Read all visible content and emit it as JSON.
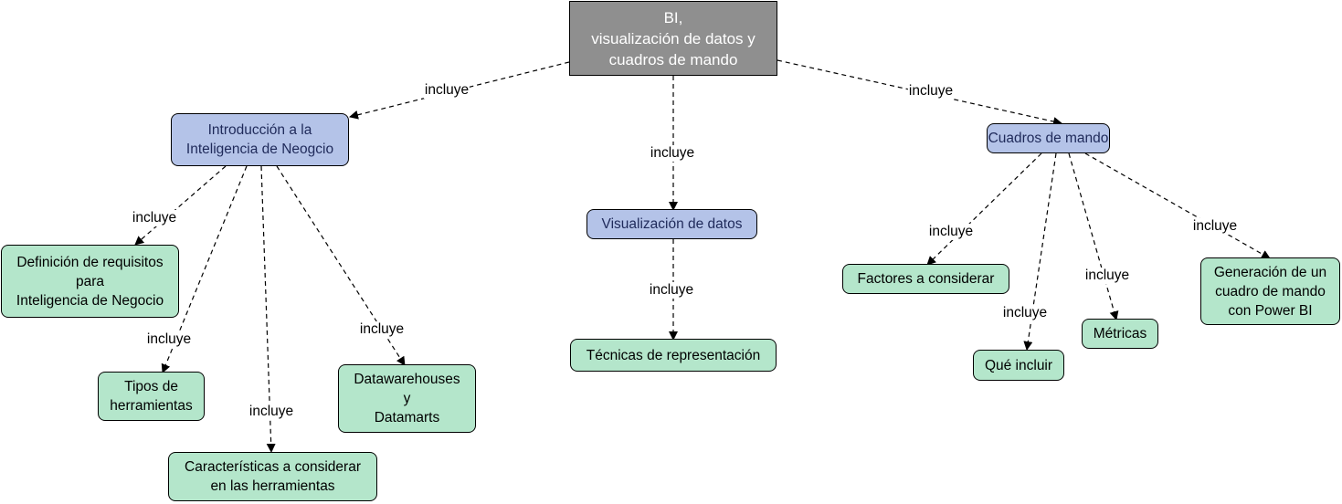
{
  "nodes": {
    "root": "BI,\nvisualización de datos y\ncuadros de mando",
    "intro": "Introducción a la\nInteligencia de Neogcio",
    "visual": "Visualización de datos",
    "cuadros": "Cuadros de mando",
    "definicion": "Definición de requisitos\npara\nInteligencia de Negocio",
    "tipos": "Tipos de\nherramientas",
    "caracteristicas": "Características a considerar\nen las herramientas",
    "datawarehouses": "Datawarehouses\ny\nDatamarts",
    "tecnicas": "Técnicas de representación",
    "factores": "Factores a considerar",
    "que_incluir": "Qué incluir",
    "metricas": "Métricas",
    "generacion": "Generación de un\ncuadro de mando\ncon Power BI"
  },
  "edge_label": "incluye",
  "edges": [
    {
      "from": "root",
      "to": "intro",
      "label": "incluye"
    },
    {
      "from": "root",
      "to": "visual",
      "label": "incluye"
    },
    {
      "from": "root",
      "to": "cuadros",
      "label": "incluye"
    },
    {
      "from": "intro",
      "to": "definicion",
      "label": "incluye"
    },
    {
      "from": "intro",
      "to": "tipos",
      "label": "incluye"
    },
    {
      "from": "intro",
      "to": "caracteristicas",
      "label": "incluye"
    },
    {
      "from": "intro",
      "to": "datawarehouses",
      "label": "incluye"
    },
    {
      "from": "visual",
      "to": "tecnicas",
      "label": "incluye"
    },
    {
      "from": "cuadros",
      "to": "factores",
      "label": "incluye"
    },
    {
      "from": "cuadros",
      "to": "que_incluir",
      "label": "incluye"
    },
    {
      "from": "cuadros",
      "to": "metricas",
      "label": "incluye"
    },
    {
      "from": "cuadros",
      "to": "generacion",
      "label": "incluye"
    }
  ],
  "colors": {
    "root_fill": "#8f8f8f",
    "level1_fill": "#b4c3e8",
    "leaf_fill": "#b4e6cb"
  }
}
